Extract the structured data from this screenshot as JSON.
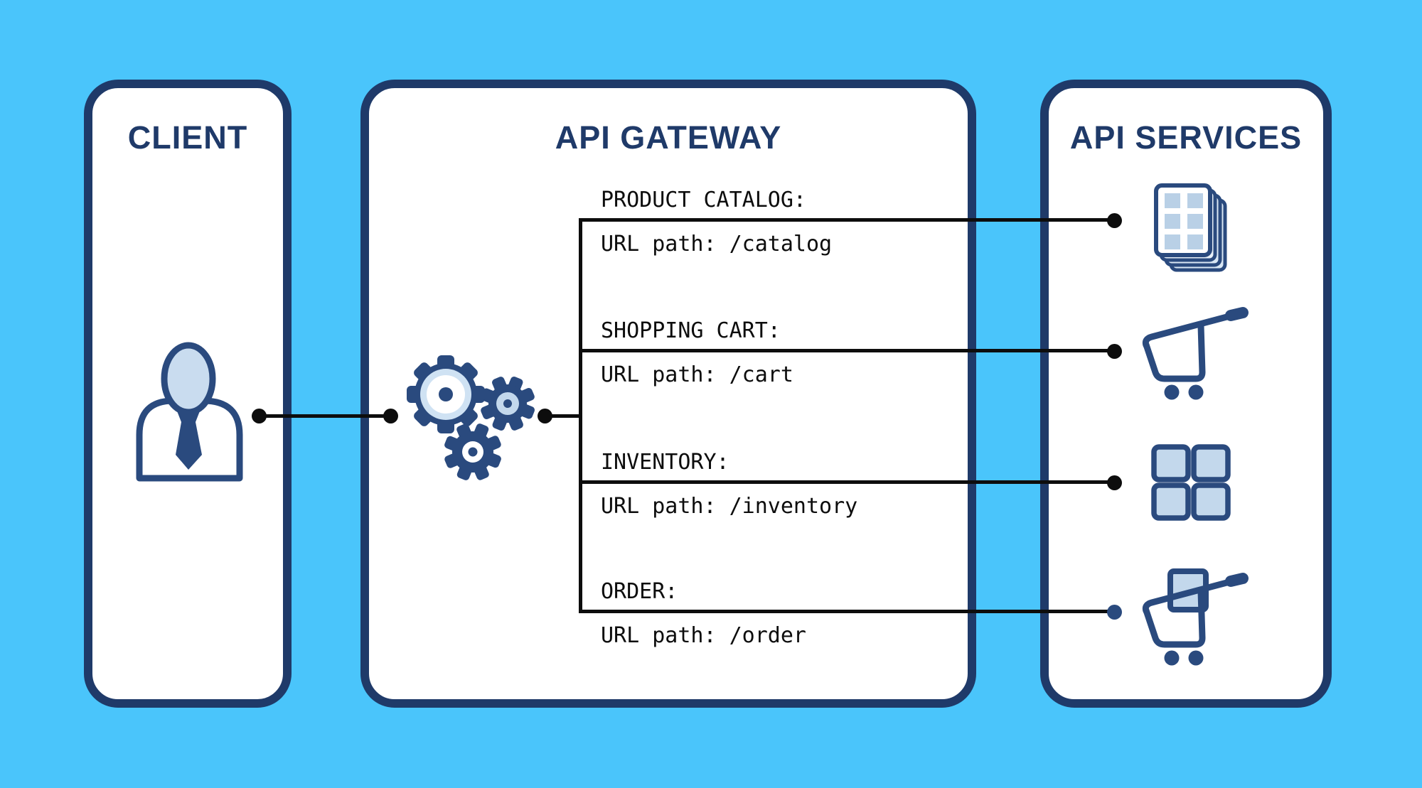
{
  "colors": {
    "background": "#4AC5FB",
    "panel_border": "#1F3A69",
    "panel_fill": "#FFFFFF",
    "title_text": "#1F3A69",
    "icon_navy": "#2A4A7E",
    "icon_light_blue": "#C3D8EC",
    "connector_black": "#0D0D0D"
  },
  "panels": {
    "client": {
      "title": "CLIENT",
      "icon": "person-icon"
    },
    "gateway": {
      "title": "API GATEWAY",
      "icon": "gears-icon",
      "routes": [
        {
          "label": "PRODUCT CATALOG:",
          "path": "URL path: /catalog",
          "service_icon": "catalog-pages-icon"
        },
        {
          "label": "SHOPPING CART:",
          "path": "URL path: /cart",
          "service_icon": "shopping-cart-icon"
        },
        {
          "label": "INVENTORY:",
          "path": "URL path: /inventory",
          "service_icon": "inventory-grid-icon"
        },
        {
          "label": "ORDER:",
          "path": "URL path: /order",
          "service_icon": "order-cart-icon"
        }
      ]
    },
    "services": {
      "title": "API SERVICES"
    }
  }
}
